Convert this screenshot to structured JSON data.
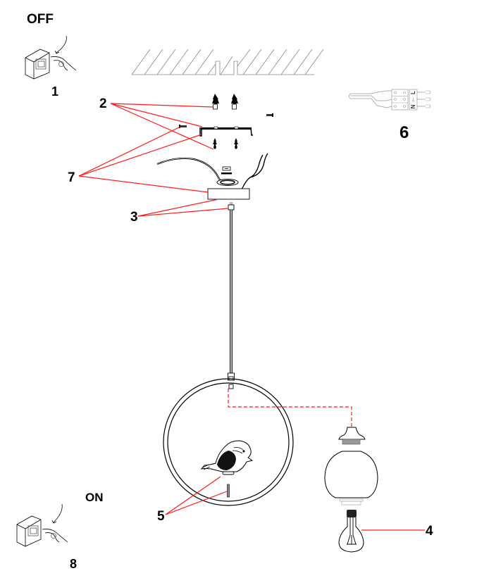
{
  "title": "Pendant lamp installation diagram",
  "states": {
    "off": "OFF",
    "on": "ON"
  },
  "labels": {
    "step1": "1",
    "anchors_screws": "2",
    "cable_clamp": "3",
    "bulb": "4",
    "bird_ring": "5",
    "wiring": "6",
    "canopy_parts": "7",
    "step8": "8"
  },
  "terminal_block": {
    "terminals": [
      "L",
      "⏚",
      "N"
    ]
  },
  "colors": {
    "leader": "#ff1a1a",
    "line": "#000000",
    "ceiling": "#999999"
  },
  "icons": [
    "switch-off-icon",
    "switch-on-icon",
    "ceiling-icon",
    "wall-plug-icon",
    "screw-icon",
    "mounting-bracket-icon",
    "canopy-icon",
    "cable-icon",
    "ring-lamp-icon",
    "bird-figure-icon",
    "lamp-socket-icon",
    "glass-shade-icon",
    "light-bulb-icon",
    "terminal-block-icon"
  ]
}
